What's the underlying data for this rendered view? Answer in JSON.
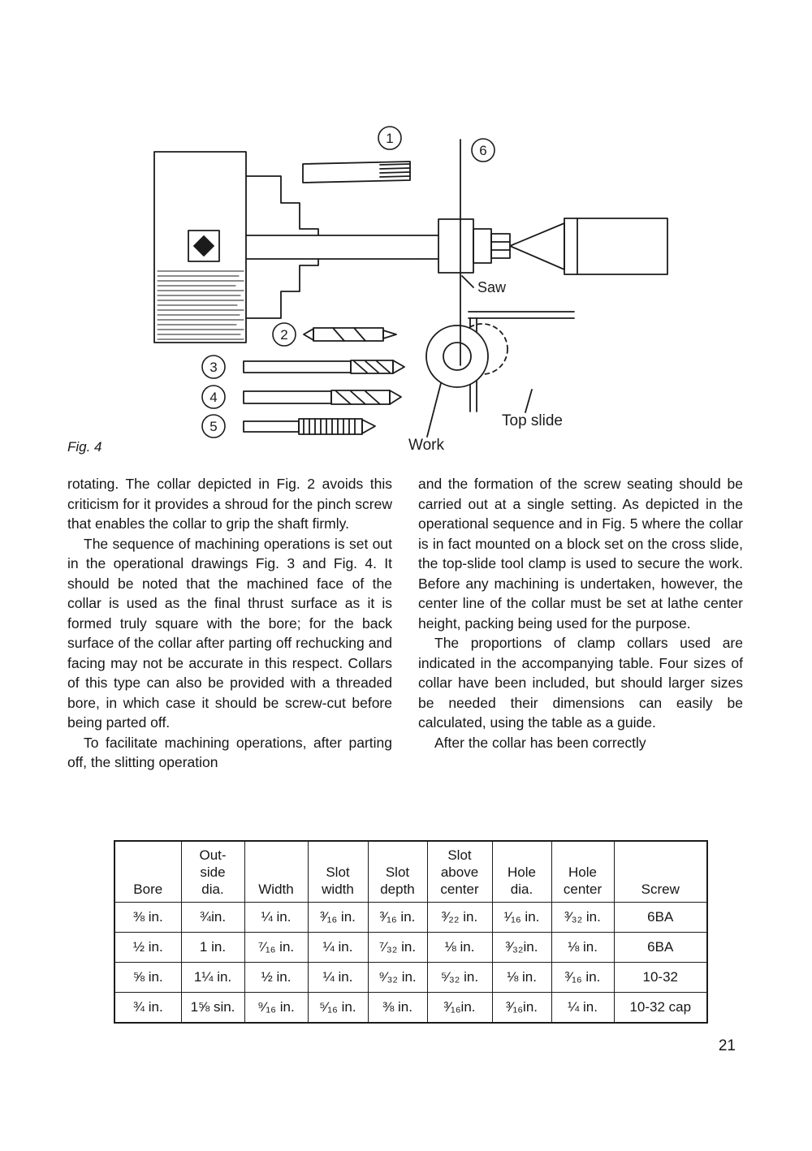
{
  "page_number": "21",
  "figure": {
    "caption": "Fig. 4",
    "callouts": [
      "1",
      "2",
      "3",
      "4",
      "5",
      "6"
    ],
    "labels": {
      "saw": "Saw",
      "work": "Work",
      "top_slide": "Top slide"
    }
  },
  "columns": {
    "left": [
      "rotating. The collar depicted in Fig. 2 avoids this criticism for it provides a shroud for the pinch screw that enables the collar to grip the shaft firmly.",
      "The sequence of machining operations is set out in the operational drawings Fig. 3 and Fig. 4. It should be noted that the machined face of the collar is used as the final thrust surface as it is formed truly square with the bore; for the back surface of the collar after parting off rechucking and facing may not be accurate in this respect. Collars of this type can also be provided with a threaded bore, in which case it should be screw-cut before being parted off.",
      "To facilitate machining operations, after parting off, the slitting operation"
    ],
    "right": [
      "and the formation of the screw seating should be carried out at a single setting. As depicted in the operational sequence and in Fig. 5 where the collar is in fact mounted on a block set on the cross slide, the top-slide tool clamp is used to secure the work. Before any machining is undertaken, however, the center line of the collar must be set at lathe center height, packing being used for the purpose.",
      "The proportions of clamp collars used are indicated in the accompanying table. Four sizes of collar have been included, but should larger sizes be needed their dimensions can easily be calculated, using the table as a guide.",
      "After the collar has been correctly"
    ]
  },
  "table": {
    "headers": [
      "Bore",
      "Out-\nside\ndia.",
      "Width",
      "Slot\nwidth",
      "Slot\ndepth",
      "Slot\nabove\ncenter",
      "Hole\ndia.",
      "Hole\ncenter",
      "Screw"
    ],
    "rows": [
      [
        "⅜ in.",
        "¾in.",
        "¼ in.",
        "³⁄₁₆ in.",
        "³⁄₁₆ in.",
        "³⁄₂₂ in.",
        "¹⁄₁₆ in.",
        "³⁄₃₂ in.",
        "6BA"
      ],
      [
        "½ in.",
        "1 in.",
        "⁷⁄₁₆ in.",
        "¼ in.",
        "⁷⁄₃₂ in.",
        "⅛ in.",
        "³⁄₃₂in.",
        "⅛ in.",
        "6BA"
      ],
      [
        "⅝ in.",
        "1¼ in.",
        "½ in.",
        "¼ in.",
        "⁹⁄₃₂ in.",
        "⁵⁄₃₂ in.",
        "⅛ in.",
        "³⁄₁₆ in.",
        "10-32"
      ],
      [
        "¾ in.",
        "1⅝ sin.",
        "⁹⁄₁₆ in.",
        "⁵⁄₁₆ in.",
        "⅜ in.",
        "³⁄₁₆in.",
        "³⁄₁₆in.",
        "¼ in.",
        "10-32 cap"
      ]
    ]
  }
}
